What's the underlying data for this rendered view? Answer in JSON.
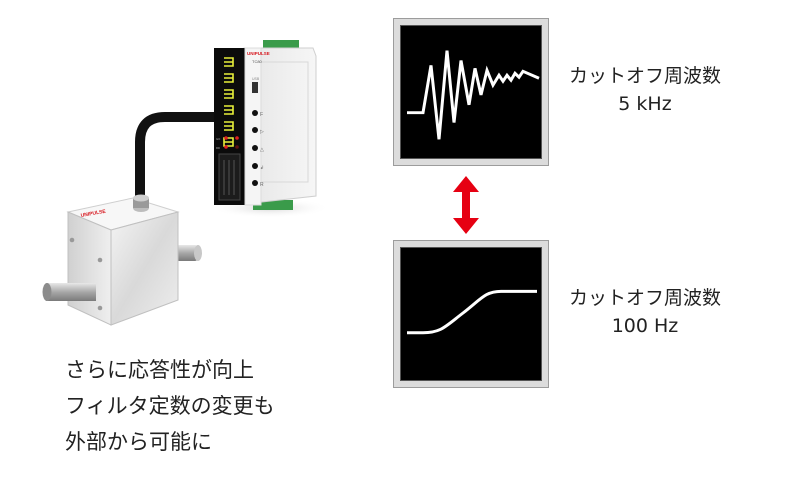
{
  "devices": {
    "sensor": {
      "name": "torque-sensor",
      "brand_label": "UNIPULSE",
      "brand_color": "#d71920"
    },
    "indicator": {
      "brand_label": "UNIPULSE",
      "model": "TC80",
      "usb_label": "USB",
      "display_digits": "8.0.0.0.0.0",
      "display_color": "#e8f03a",
      "status_leds": [
        "GO",
        "PUSH",
        "RD",
        "ERR"
      ],
      "buttons": [
        "F",
        "▷",
        "△",
        "↲",
        "R"
      ]
    }
  },
  "comparison": {
    "top": {
      "title": "カットオフ周波数",
      "value": "5 kHz",
      "waveform": "noisy-oscillating"
    },
    "bottom": {
      "title": "カットオフ周波数",
      "value": "100 Hz",
      "waveform": "smooth-step"
    },
    "arrow_color": "#e60012"
  },
  "description": {
    "lines": [
      "さらに応答性が向上",
      "フィルタ定数の変更も",
      "外部から可能に"
    ]
  }
}
